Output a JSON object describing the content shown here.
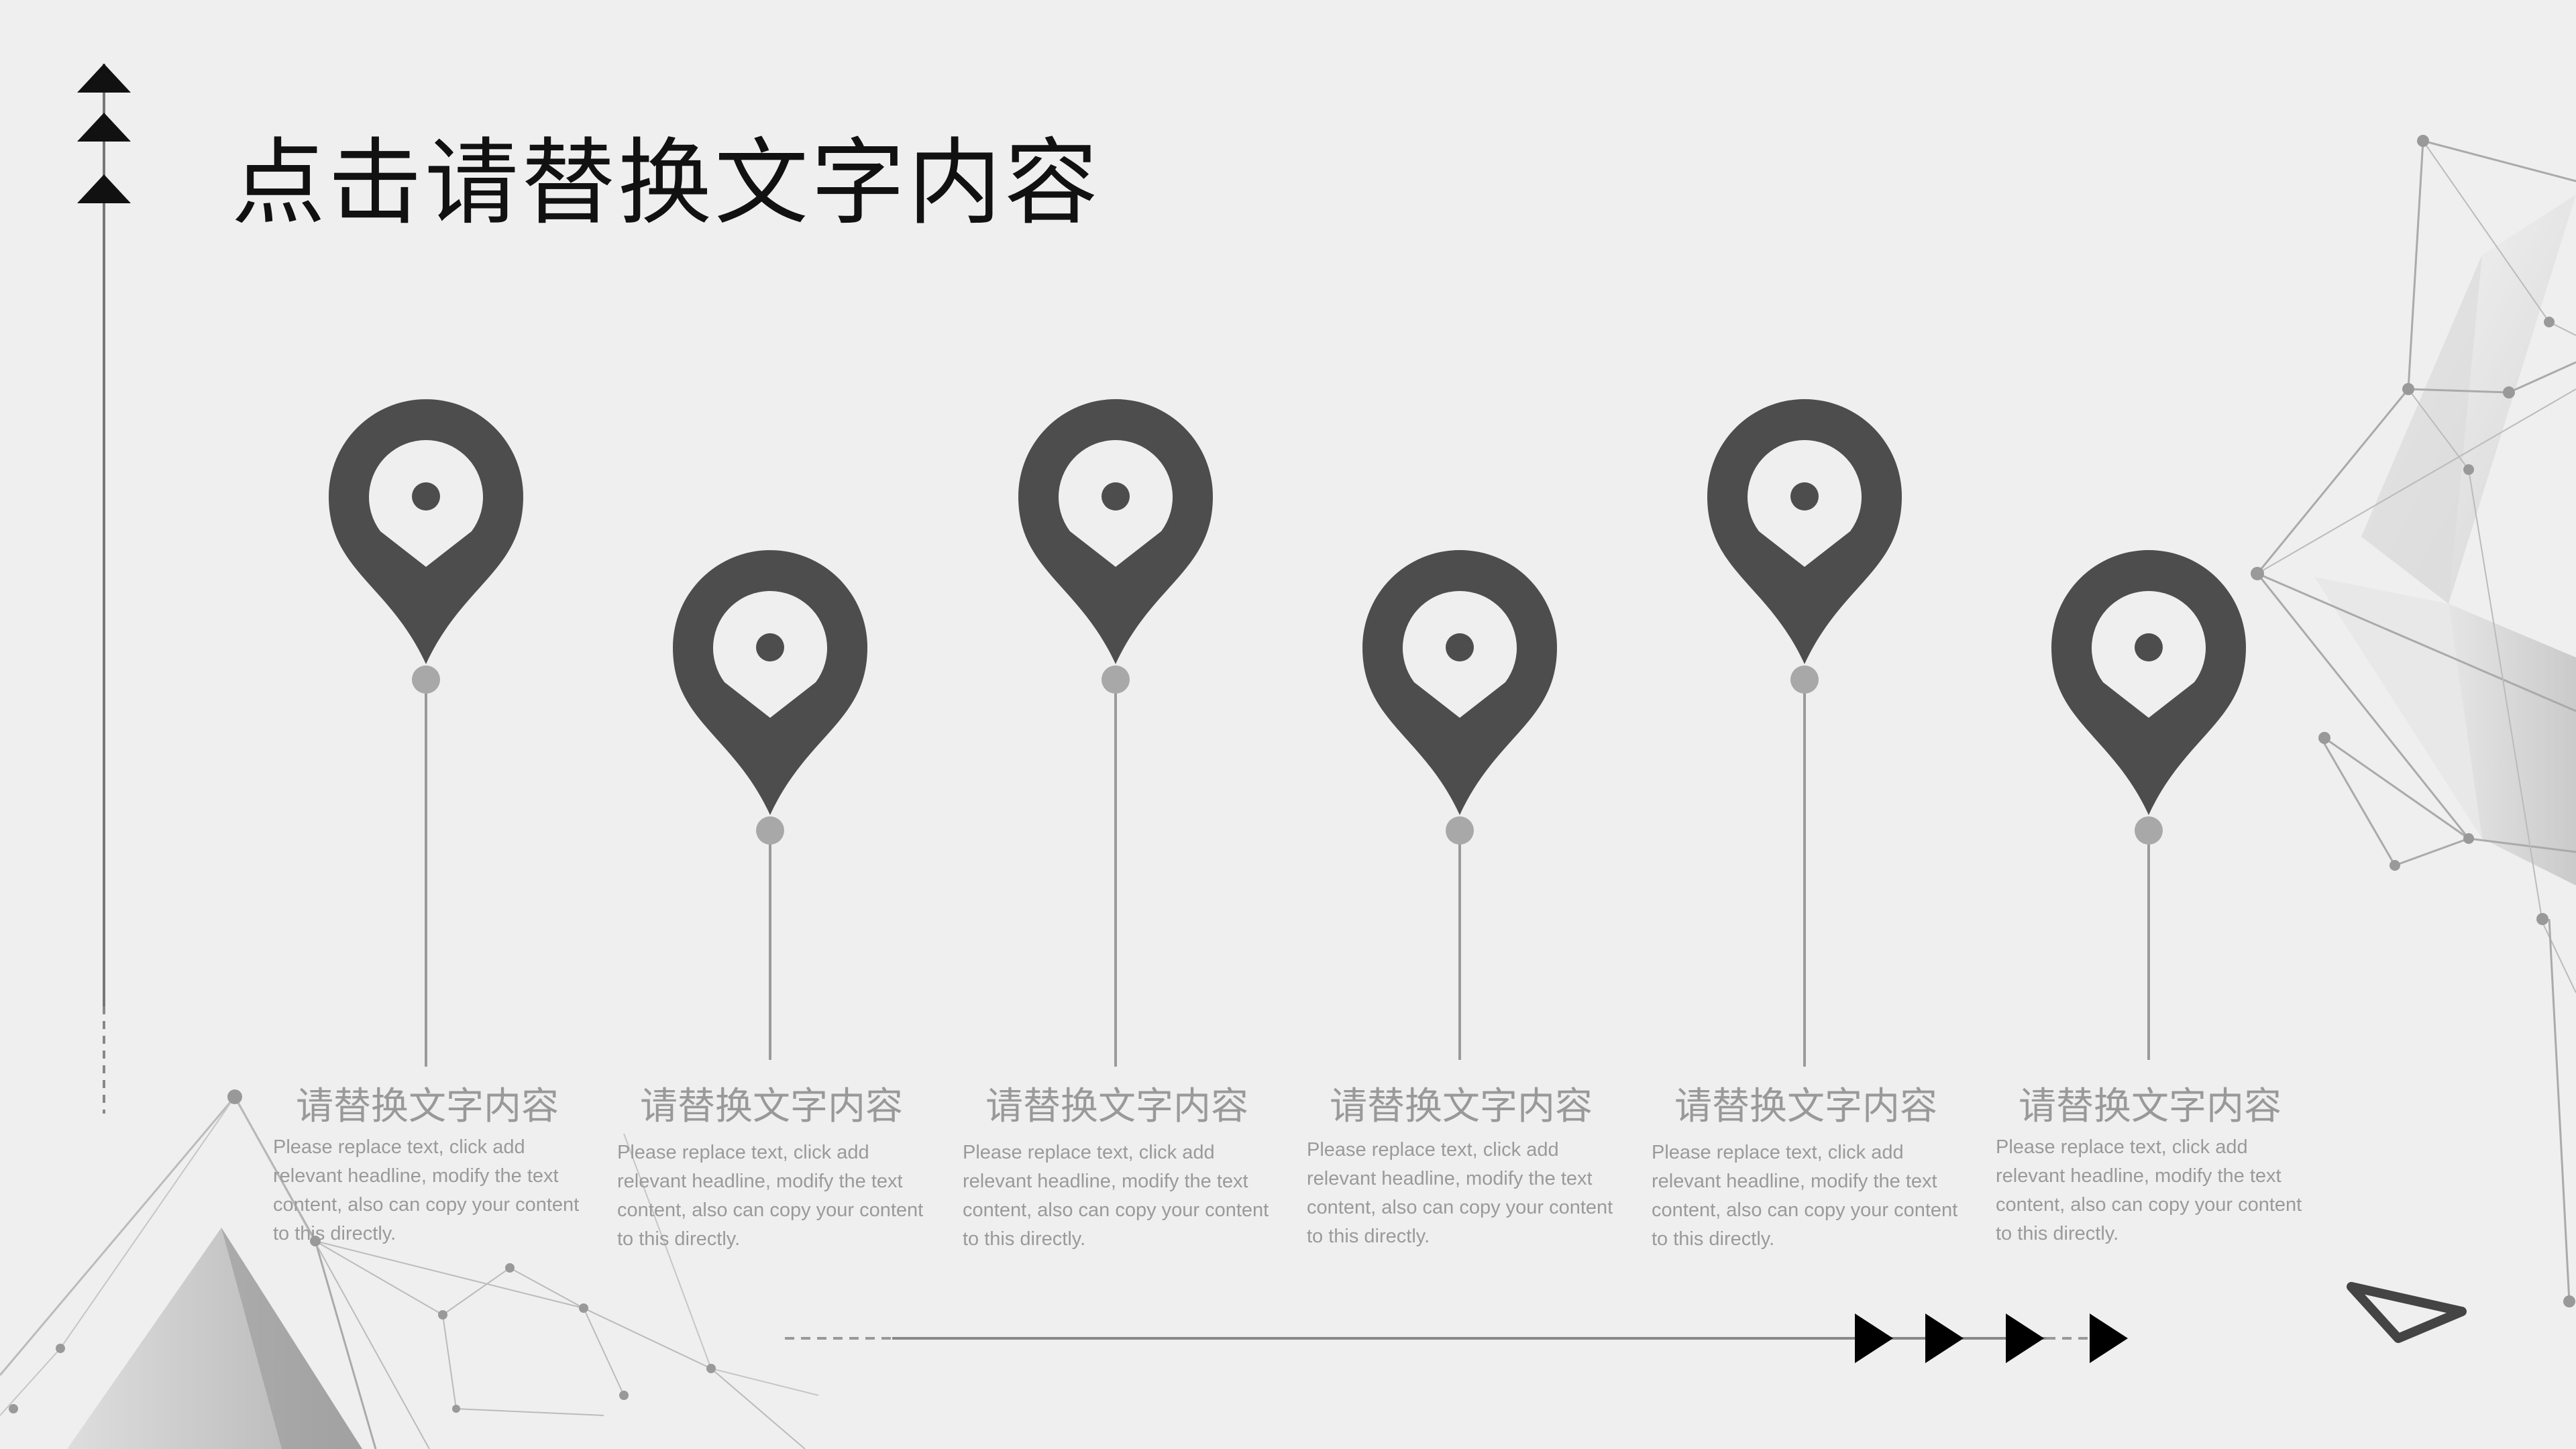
{
  "title": "点击请替换文字内容",
  "colors": {
    "pin": "#4d4d4d",
    "node": "#a8a8a8",
    "text_gray": "#999999",
    "background": "#efefef"
  },
  "icons": {
    "pin": "map-pin-icon",
    "triangles_top": "triangle-up-icon",
    "arrows": "play-arrow-icon",
    "outline_triangle": "triangle-outline-icon"
  },
  "items": [
    {
      "heading": "请替换文字内容",
      "body": "Please replace text, click add relevant headline, modify the text content, also can copy your content to this directly."
    },
    {
      "heading": "请替换文字内容",
      "body": "Please replace text, click add relevant headline, modify the text content, also can copy your content to this directly."
    },
    {
      "heading": "请替换文字内容",
      "body": "Please replace text, click add relevant headline, modify the text content, also can copy your content to this directly."
    },
    {
      "heading": "请替换文字内容",
      "body": "Please replace text, click add relevant headline, modify the text content, also can copy your content to this directly."
    },
    {
      "heading": "请替换文字内容",
      "body": "Please replace text, click add relevant headline, modify the text content, also can copy your content to this directly."
    },
    {
      "heading": "请替换文字内容",
      "body": "Please replace text, click add relevant headline, modify the text content, also can copy your content to this directly."
    }
  ]
}
